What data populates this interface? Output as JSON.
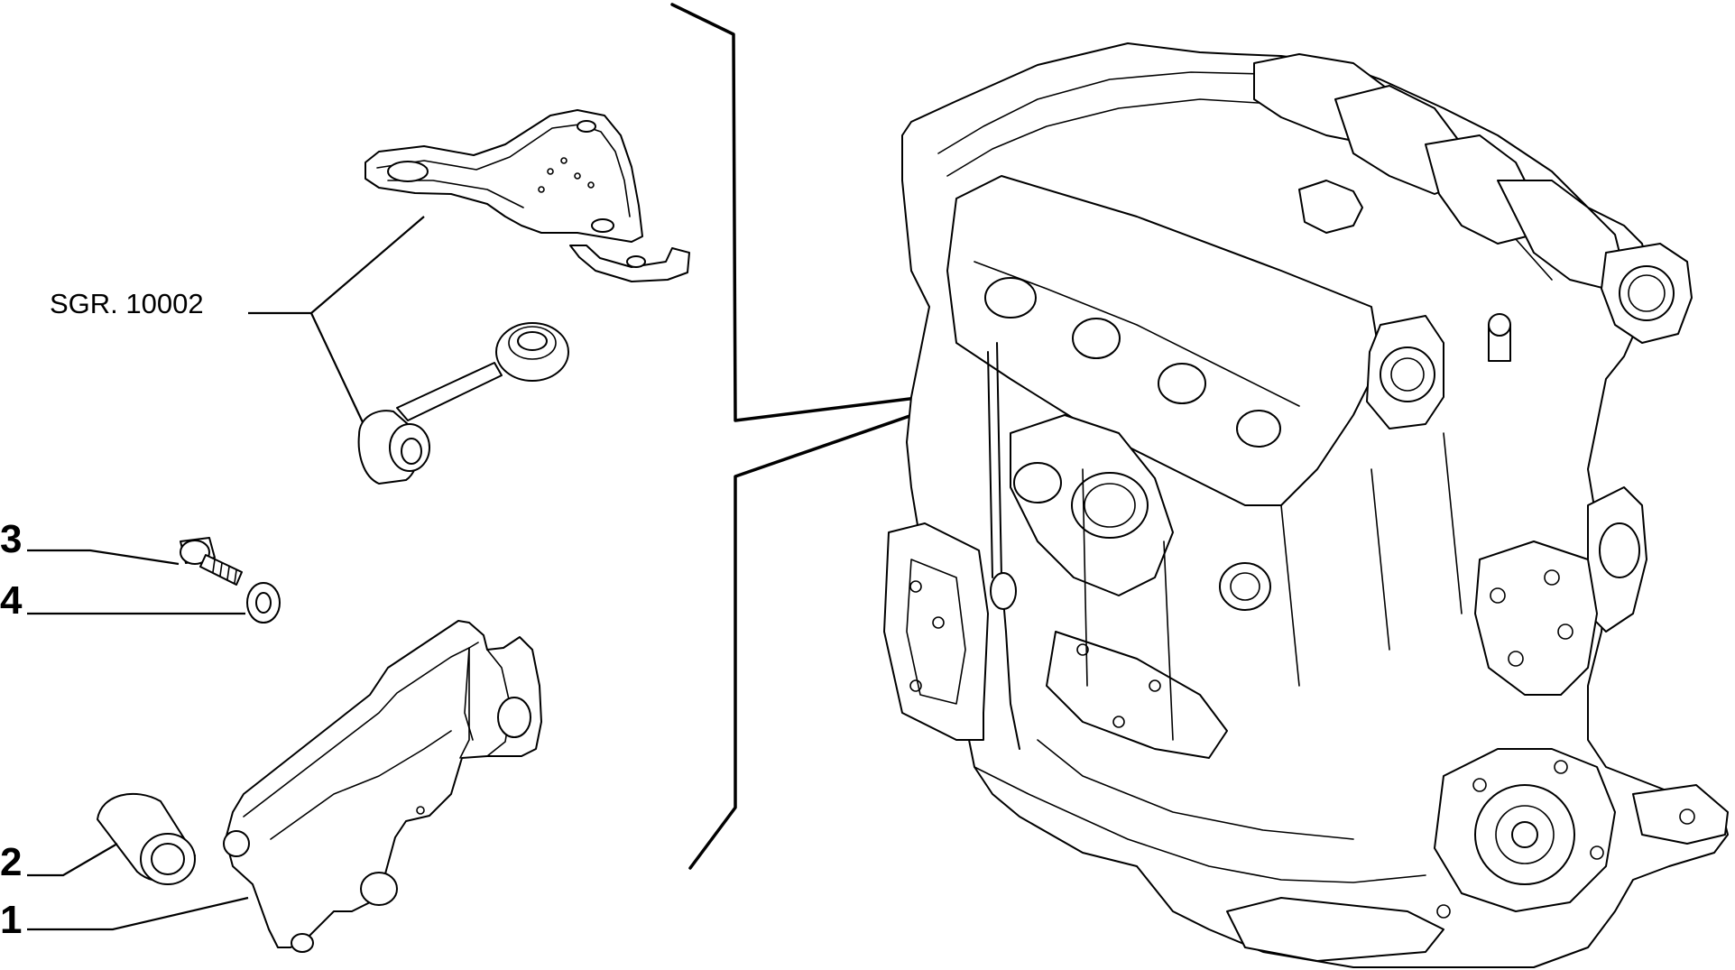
{
  "diagram": {
    "reference_label": "SGR. 10002",
    "callouts": [
      {
        "id": "1",
        "label": "1"
      },
      {
        "id": "2",
        "label": "2"
      },
      {
        "id": "3",
        "label": "3"
      },
      {
        "id": "4",
        "label": "4"
      }
    ]
  }
}
